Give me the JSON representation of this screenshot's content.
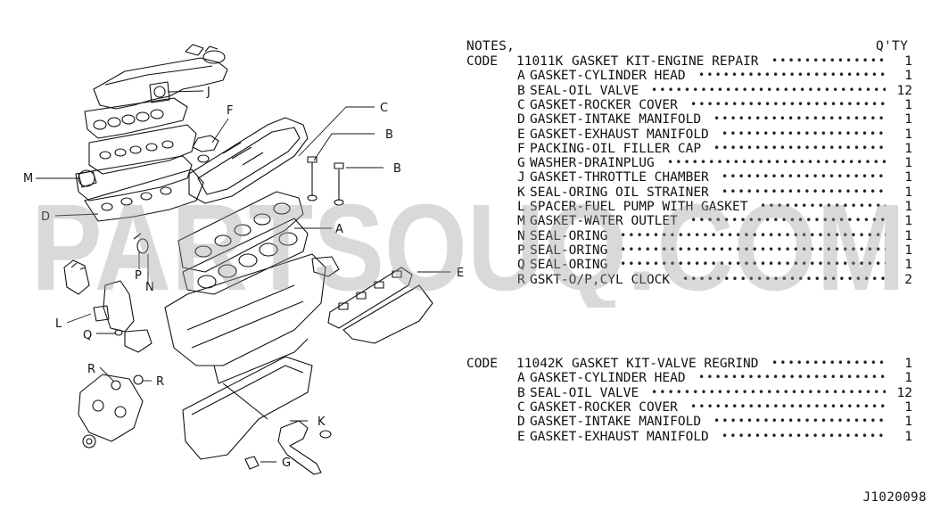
{
  "notes_header": "NOTES,",
  "qty_header": "Q'TY",
  "watermark": "PARTSOUQ.COM",
  "footer_code": "J1020098",
  "callouts": [
    "J",
    "F",
    "C",
    "B",
    "B",
    "M",
    "D",
    "A",
    "P",
    "N",
    "E",
    "L",
    "Q",
    "R",
    "R",
    "K",
    "G"
  ],
  "kits": [
    {
      "code_label": "CODE",
      "code": "11011K",
      "name": "GASKET KIT-ENGINE REPAIR",
      "qty": "1",
      "items": [
        {
          "letter": "A",
          "name": "GASKET-CYLINDER HEAD",
          "qty": "1"
        },
        {
          "letter": "B",
          "name": "SEAL-OIL VALVE",
          "qty": "12"
        },
        {
          "letter": "C",
          "name": "GASKET-ROCKER COVER",
          "qty": "1"
        },
        {
          "letter": "D",
          "name": "GASKET-INTAKE MANIFOLD",
          "qty": "1"
        },
        {
          "letter": "E",
          "name": "GASKET-EXHAUST MANIFOLD",
          "qty": "1"
        },
        {
          "letter": "F",
          "name": "PACKING-OIL FILLER CAP",
          "qty": "1"
        },
        {
          "letter": "G",
          "name": "WASHER-DRAINPLUG",
          "qty": "1"
        },
        {
          "letter": "J",
          "name": "GASKET-THROTTLE CHAMBER",
          "qty": "1"
        },
        {
          "letter": "K",
          "name": "SEAL-ORING OIL STRAINER",
          "qty": "1"
        },
        {
          "letter": "L",
          "name": "SPACER-FUEL PUMP WITH GASKET",
          "qty": "1"
        },
        {
          "letter": "M",
          "name": "GASKET-WATER OUTLET",
          "qty": "1"
        },
        {
          "letter": "N",
          "name": "SEAL-ORING",
          "qty": "1"
        },
        {
          "letter": "P",
          "name": "SEAL-ORING",
          "qty": "1"
        },
        {
          "letter": "Q",
          "name": "SEAL-ORING",
          "qty": "1"
        },
        {
          "letter": "R",
          "name": "GSKT-O/P,CYL CLOCK",
          "qty": "2"
        }
      ]
    },
    {
      "code_label": "CODE",
      "code": "11042K",
      "name": "GASKET KIT-VALVE REGRIND",
      "qty": "1",
      "items": [
        {
          "letter": "A",
          "name": "GASKET-CYLINDER HEAD",
          "qty": "1"
        },
        {
          "letter": "B",
          "name": "SEAL-OIL VALVE",
          "qty": "12"
        },
        {
          "letter": "C",
          "name": "GASKET-ROCKER COVER",
          "qty": "1"
        },
        {
          "letter": "D",
          "name": "GASKET-INTAKE MANIFOLD",
          "qty": "1"
        },
        {
          "letter": "E",
          "name": "GASKET-EXHAUST MANIFOLD",
          "qty": "1"
        }
      ]
    }
  ]
}
